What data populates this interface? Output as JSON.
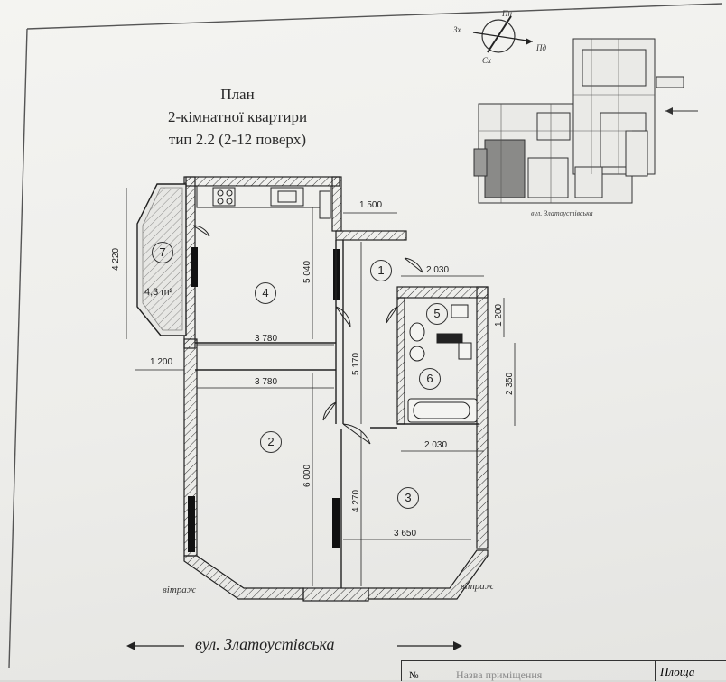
{
  "title": {
    "line1": "План",
    "line2": "2-кімнатної квартири",
    "line3": "тип 2.2 (2-12 поверх)"
  },
  "rooms": [
    {
      "num": "1"
    },
    {
      "num": "2"
    },
    {
      "num": "3"
    },
    {
      "num": "4"
    },
    {
      "num": "5"
    },
    {
      "num": "6"
    },
    {
      "num": "7",
      "area": "4,3 m²"
    }
  ],
  "dimensions": {
    "balcony_height": "4 220",
    "balcony_width": "1 200",
    "corridor_width": "1 500",
    "bath_width_top": "2 030",
    "bath_width_bottom": "2 030",
    "room4_width": "3 780",
    "room2_width": "3 780",
    "room4_height": "5 040",
    "corridor_height": "5 170",
    "room2_height": "6 000",
    "room3_height": "4 270",
    "room3_width": "3 650",
    "wc_height": "1 200",
    "bath_height": "2 350"
  },
  "labels": {
    "vitrazh_left": "вітраж",
    "vitrazh_right": "вітраж",
    "street": "вул. Златоустівська",
    "keyplan_street": "вул. Златоустівська"
  },
  "compass": {
    "n": "Пн",
    "s": "Пд",
    "e": "Сх",
    "w": "Зх"
  },
  "table": {
    "col_num": "№",
    "col_name": "Назва приміщення",
    "col_area": "Площа"
  }
}
